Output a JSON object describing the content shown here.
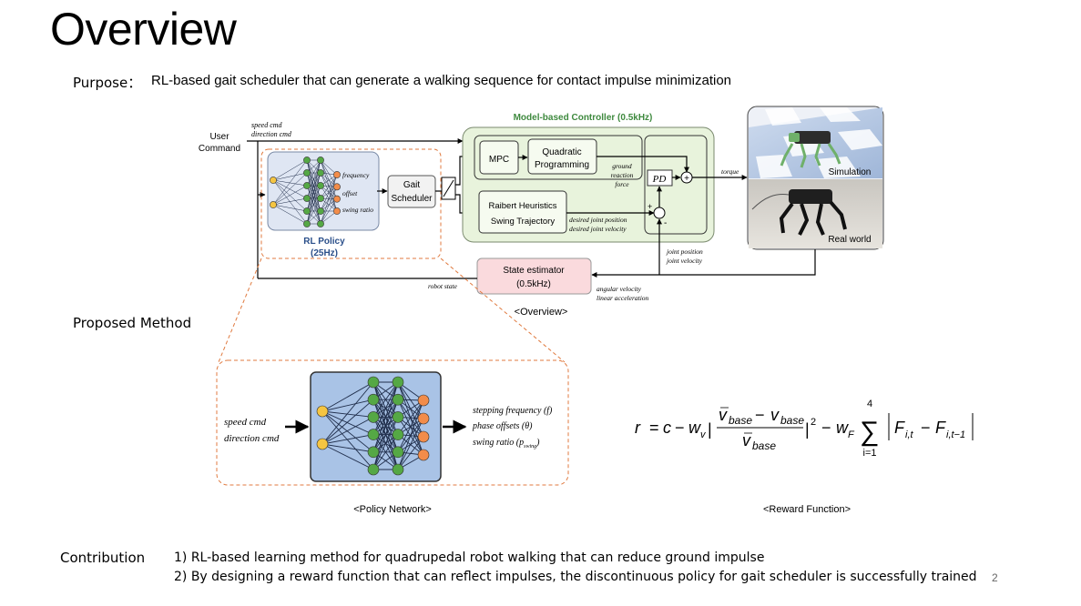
{
  "title": "Overview",
  "purpose": {
    "label": "Purpose：",
    "text": "RL-based gait scheduler that can generate a walking sequence for contact impulse minimization"
  },
  "diagram": {
    "user_command": [
      "User",
      "Command"
    ],
    "speed_cmd": "speed cmd",
    "direction_cmd": "direction cmd",
    "outputs": [
      "frequency",
      "offset",
      "swing ratio"
    ],
    "rl_policy": [
      "RL Policy",
      "(25Hz)"
    ],
    "gait_scheduler": [
      "Gait",
      "Scheduler"
    ],
    "controller_title": "Model-based Controller (0.5kHz)",
    "mpc": "MPC",
    "qp": [
      "Quadratic",
      "Programming"
    ],
    "grf": [
      "ground",
      "reaction",
      "force"
    ],
    "pd": "PD",
    "raibert": [
      "Raibert Heuristics",
      "Swing Trajectory"
    ],
    "desired": [
      "desired joint position",
      "desired joint velocity"
    ],
    "torque": "torque",
    "plus": "+",
    "minus": "-",
    "simulation": "Simulation",
    "real_world": "Real world",
    "joint_feedback": [
      "joint position",
      "joint velocity"
    ],
    "state_estimator": [
      "State estimator",
      "(0.5kHz)"
    ],
    "robot_state": "robot state",
    "imu": [
      "angular velocity",
      "linear acceleration"
    ],
    "caption": "<Overview>"
  },
  "method": {
    "label": "Proposed Method"
  },
  "policy_network": {
    "inputs": [
      "speed cmd",
      "direction cmd"
    ],
    "outputs": [
      "stepping frequency (f)",
      "phase offsets (θ)",
      "swing ratio (p"
    ],
    "swing_subscript": "swing",
    "close_paren": ")",
    "caption": "<Policy Network>"
  },
  "reward": {
    "r": "r",
    "eq": "=",
    "c": "c",
    "minus": "−",
    "w": "w",
    "v_sub": "v",
    "F_sub": "F",
    "v": "v",
    "base": "base",
    "abs_bar": "|",
    "squared": "2",
    "sum": "∑",
    "sum_top": "4",
    "sum_bottom": "i=1",
    "F": "F",
    "sub_it": "i,t",
    "sub_itm1": "i,t−1",
    "caption": "<Reward Function>"
  },
  "contribution": {
    "label": "Contribution",
    "items": [
      "1) RL-based learning method for quadrupedal robot walking that can reduce ground impulse",
      "2) By designing a reward function that can reflect impulses, the discontinuous policy for gait scheduler is successfully trained"
    ]
  },
  "page_number": "2",
  "colors": {
    "controller_fill": "#e8f3dc",
    "controller_stroke": "#7a8a6e",
    "controller_title": "#3f8a3f",
    "policy_fill": "#dfe6f3",
    "policy_title": "#2a4f8a",
    "node_yellow": "#f5c542",
    "node_green": "#55a845",
    "node_orange": "#f28c4a",
    "dashed_orange": "#e07a3f",
    "state_fill": "#fadadd",
    "network_fill": "#a9c3e6"
  }
}
